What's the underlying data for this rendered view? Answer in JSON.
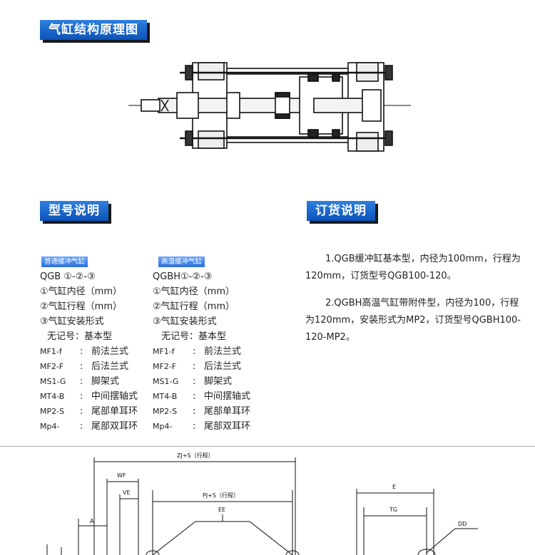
{
  "sections": {
    "principle_title": "气缸结构原理图",
    "model_title": "型号说明",
    "order_title": "订货说明"
  },
  "normal": {
    "tag": "普通缓冲气缸",
    "code": "QGB ①-②-③",
    "items": [
      "①气缸内径（mm）",
      "②气缸行程（mm）",
      "③气缸安装形式"
    ],
    "none": "无记号：基本型",
    "mounts": [
      {
        "code": "MF1-f",
        "colon": ":",
        "name": "前法兰式"
      },
      {
        "code": "MF2-F",
        "colon": ":",
        "name": "后法兰式"
      },
      {
        "code": "MS1-G",
        "colon": ":",
        "name": "脚架式"
      },
      {
        "code": "MT4-B",
        "colon": ":",
        "name": "中间摆轴式"
      },
      {
        "code": "MP2-S",
        "colon": ":",
        "name": "尾部单耳环"
      },
      {
        "code": "Mp4-",
        "colon": ":",
        "name": "尾部双耳环"
      }
    ]
  },
  "high": {
    "tag": "高温缓冲气缸",
    "code": "QGBH①-②-③",
    "items": [
      "①气缸内径（mm）",
      "②气缸行程（mm）",
      "③气缸安装形式"
    ],
    "none": "无记号：基本型",
    "mounts": [
      {
        "code": "MF1-f",
        "colon": ":",
        "name": "前法兰式"
      },
      {
        "code": "MF2-F",
        "colon": ":",
        "name": "后法兰式"
      },
      {
        "code": "MS1-G",
        "colon": ":",
        "name": "脚架式"
      },
      {
        "code": "MT4-B",
        "colon": ":",
        "name": "中间摆轴式"
      },
      {
        "code": "MP2-S",
        "colon": ":",
        "name": "尾部单耳环"
      },
      {
        "code": "Mp4-",
        "colon": ":",
        "name": "尾部双耳环"
      }
    ]
  },
  "order": {
    "p1": "1.QGB缓冲缸基本型，内径为100mm，行程为120mm，订货型号QGB100-120。",
    "p2": "2.QGBH高温气缸带附件型，内径为100，行程为120mm，安装形式为MP2，订货型号QGBH100-120-MP2。"
  },
  "dims": {
    "zj": "ZJ+S（行程）",
    "wf": "WF",
    "ve": "VE",
    "pj": "PJ+S（行程）",
    "a": "A",
    "ee": "EE",
    "e": "E",
    "tg": "TG",
    "dd": "DD"
  }
}
